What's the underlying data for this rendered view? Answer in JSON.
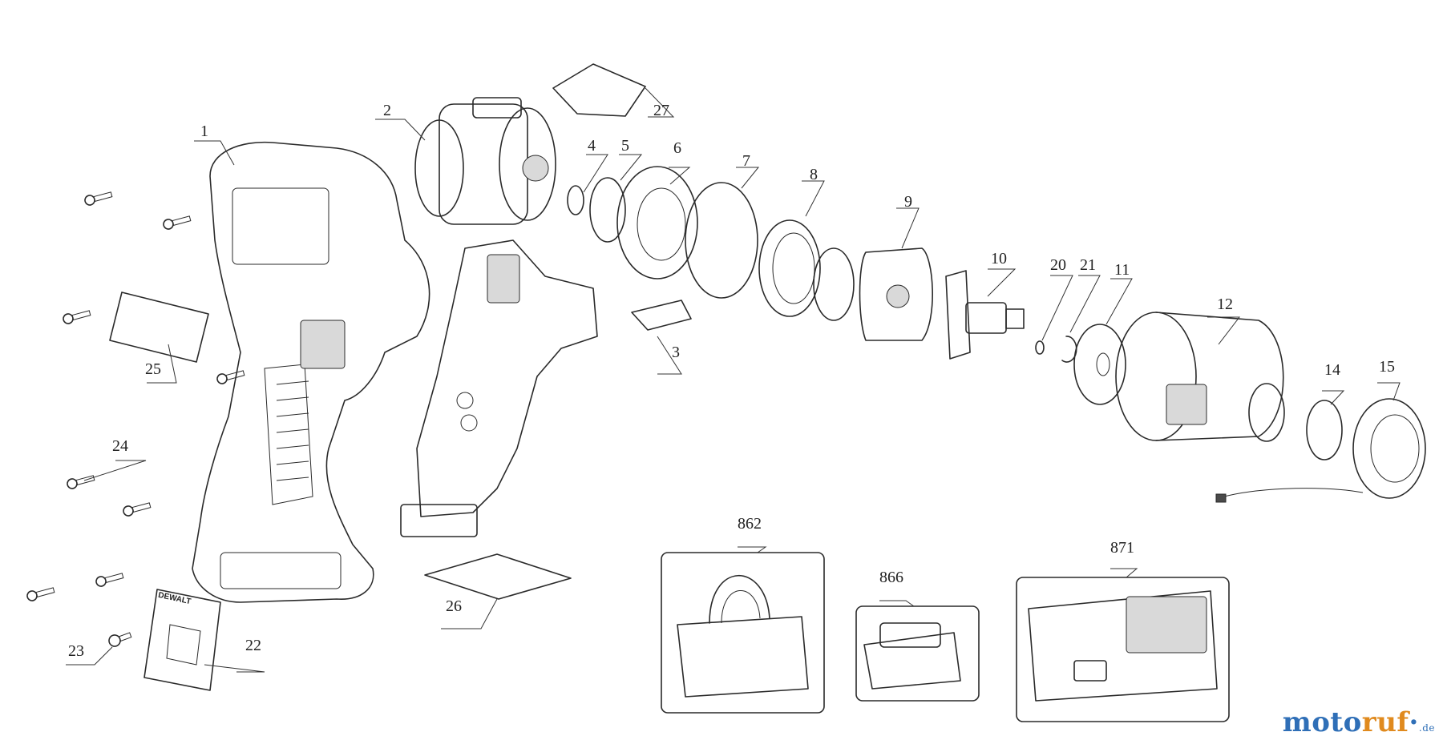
{
  "callouts": [
    {
      "id": "1",
      "label": "1"
    },
    {
      "id": "2",
      "label": "2"
    },
    {
      "id": "3",
      "label": "3"
    },
    {
      "id": "4",
      "label": "4"
    },
    {
      "id": "5",
      "label": "5"
    },
    {
      "id": "6",
      "label": "6"
    },
    {
      "id": "7",
      "label": "7"
    },
    {
      "id": "8",
      "label": "8"
    },
    {
      "id": "9",
      "label": "9"
    },
    {
      "id": "10",
      "label": "10"
    },
    {
      "id": "11",
      "label": "11"
    },
    {
      "id": "12",
      "label": "12"
    },
    {
      "id": "14",
      "label": "14"
    },
    {
      "id": "15",
      "label": "15"
    },
    {
      "id": "20",
      "label": "20"
    },
    {
      "id": "21",
      "label": "21"
    },
    {
      "id": "22",
      "label": "22"
    },
    {
      "id": "23",
      "label": "23"
    },
    {
      "id": "24",
      "label": "24"
    },
    {
      "id": "25",
      "label": "25"
    },
    {
      "id": "26",
      "label": "26"
    },
    {
      "id": "27",
      "label": "27"
    },
    {
      "id": "862",
      "label": "862"
    },
    {
      "id": "866",
      "label": "866"
    },
    {
      "id": "871",
      "label": "871"
    }
  ],
  "imprints": {
    "clip_brand": "DEWALT"
  },
  "watermark": {
    "part1": "moto",
    "part2": "ruf",
    "part3": "·",
    "domain": ".de"
  }
}
